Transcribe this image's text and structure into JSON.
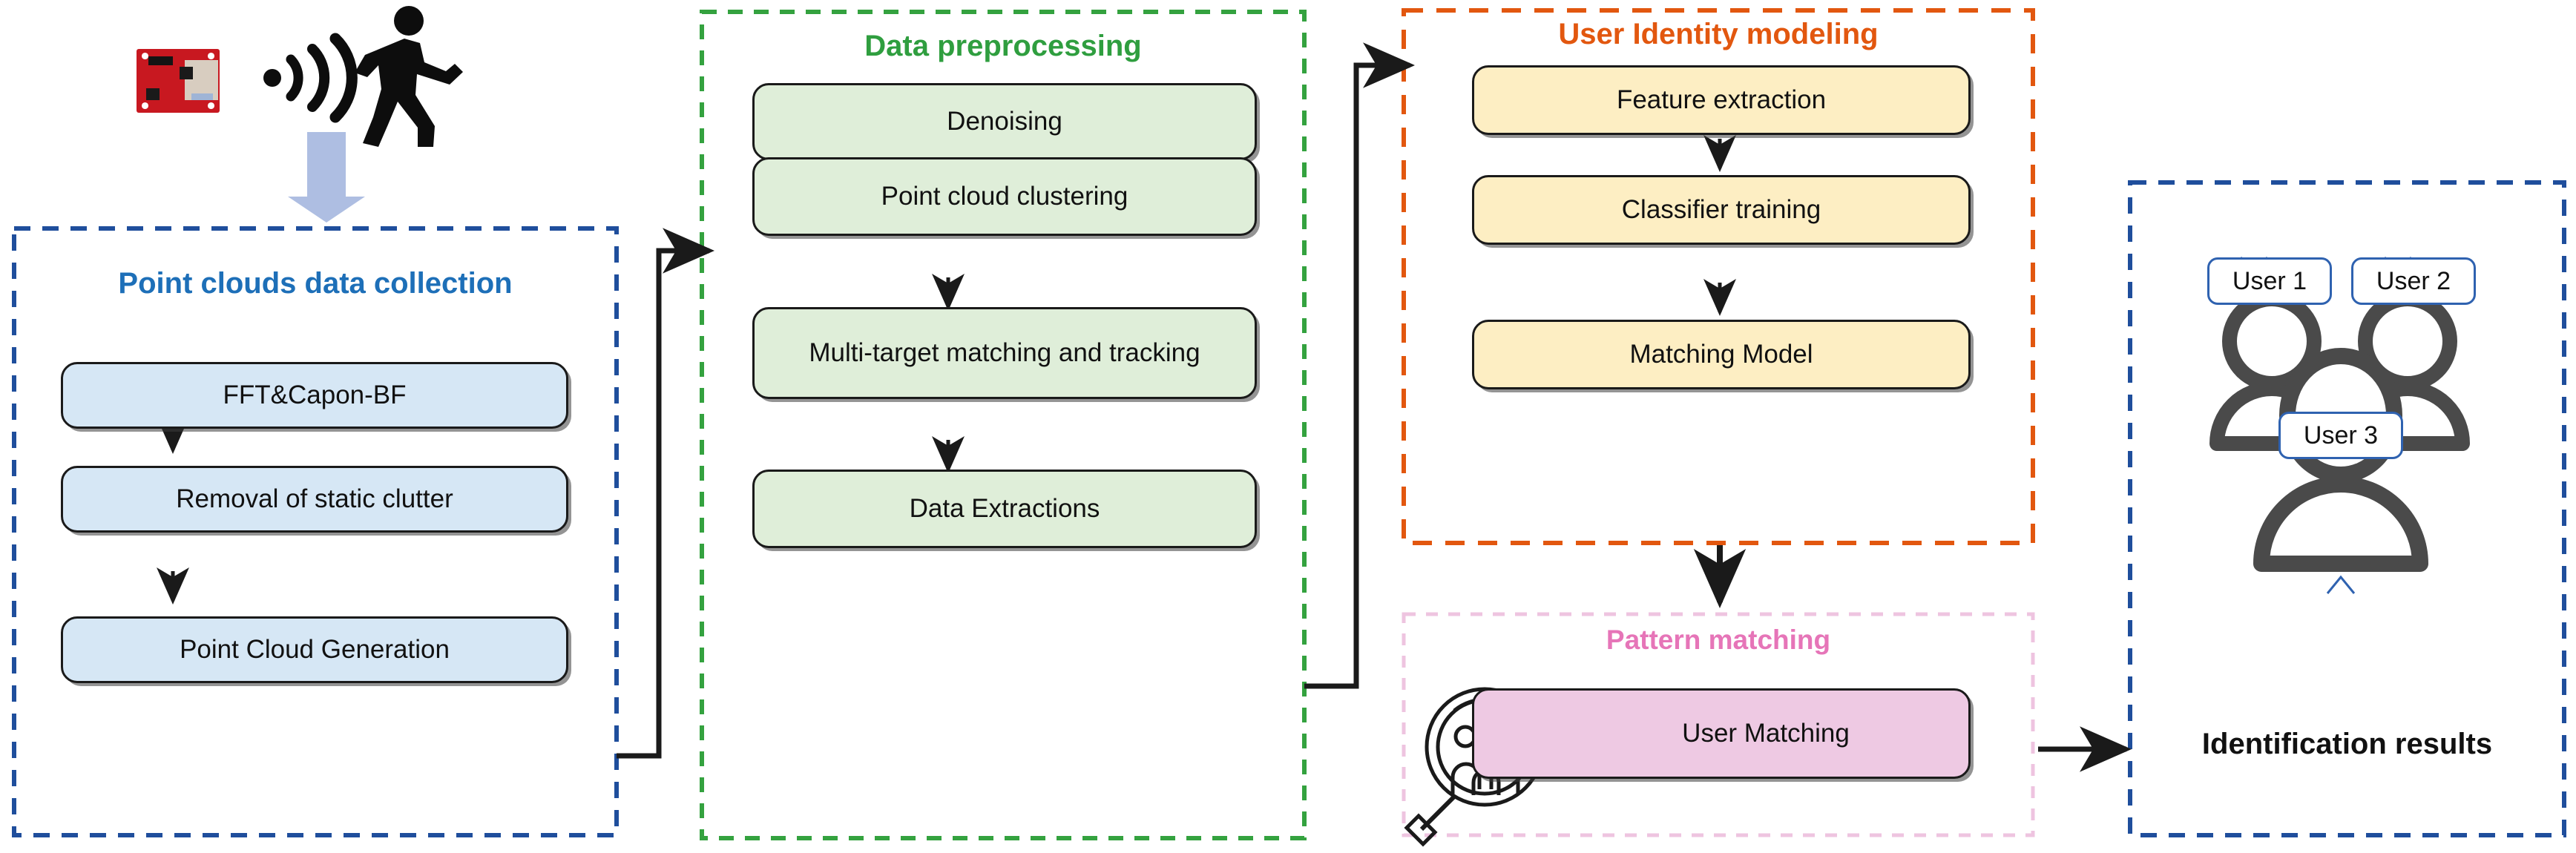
{
  "diagram": {
    "title_semantic": "mmWave radar user identification pipeline",
    "top_icons": {
      "radar_board": "radar-sensor-board-icon",
      "wave": "radio-wave-icon",
      "person": "walking-person-icon",
      "down_arrow": "thick-down-arrow"
    },
    "panels": [
      {
        "id": "point-clouds-data-collection",
        "title": "Point clouds data collection",
        "title_color": "#1d6fb8",
        "border_color": "#1f4e9c",
        "node_fill": "#d6e7f5",
        "nodes": [
          {
            "label": "FFT&Capon-BF"
          },
          {
            "label": "Removal of static clutter"
          },
          {
            "label": "Point Cloud Generation"
          }
        ]
      },
      {
        "id": "data-preprocessing",
        "title": "Data preprocessing",
        "title_color": "#2f9e3f",
        "border_color": "#34a23f",
        "node_fill": "#dfeed9",
        "nodes": [
          {
            "label": "Denoising"
          },
          {
            "label": "Point cloud clustering"
          },
          {
            "label": "Multi-target matching and tracking"
          },
          {
            "label": "Data Extractions"
          }
        ]
      },
      {
        "id": "user-identity-modeling",
        "title": "User Identity modeling",
        "title_color": "#e2570f",
        "border_color": "#e2570f",
        "node_fill": "#fdeec3",
        "nodes": [
          {
            "label": "Feature extraction"
          },
          {
            "label": "Classifier training"
          },
          {
            "label": "Matching Model"
          }
        ]
      },
      {
        "id": "pattern-matching",
        "title": "Pattern matching",
        "title_color": "#e675b8",
        "border_color": "#eec4e0",
        "node_fill": "#eec9e3",
        "nodes": [
          {
            "label": "User Matching",
            "icon": "magnifier-people-icon"
          }
        ]
      },
      {
        "id": "identification-results",
        "title": "",
        "title_color": "#111111",
        "border_color": "#1f4e9c",
        "node_fill": "#ffffff",
        "caption": "Identification results",
        "user_bubbles": [
          {
            "label": "User 1"
          },
          {
            "label": "User 2"
          },
          {
            "label": "User 3"
          }
        ],
        "group_icon": "three-people-group-icon"
      }
    ],
    "connectors": [
      {
        "from": "point-clouds-data-collection",
        "to": "data-preprocessing",
        "style": "elbow-right-up-arrow"
      },
      {
        "from": "data-preprocessing",
        "to": "user-identity-modeling",
        "style": "elbow-right-up-arrow"
      },
      {
        "from": "user-identity-modeling",
        "to": "pattern-matching",
        "style": "straight-down-arrow"
      },
      {
        "from": "pattern-matching",
        "to": "identification-results",
        "style": "straight-right-arrow"
      }
    ],
    "colors": {
      "blue": "#1f4e9c",
      "green": "#34a23f",
      "orange": "#e2570f",
      "pink": "#e675b8",
      "arrow": "#1a1a1a",
      "big_arrow_fill": "#aebee2",
      "person_gray": "#4a4a4a",
      "board_red": "#c81820"
    }
  }
}
